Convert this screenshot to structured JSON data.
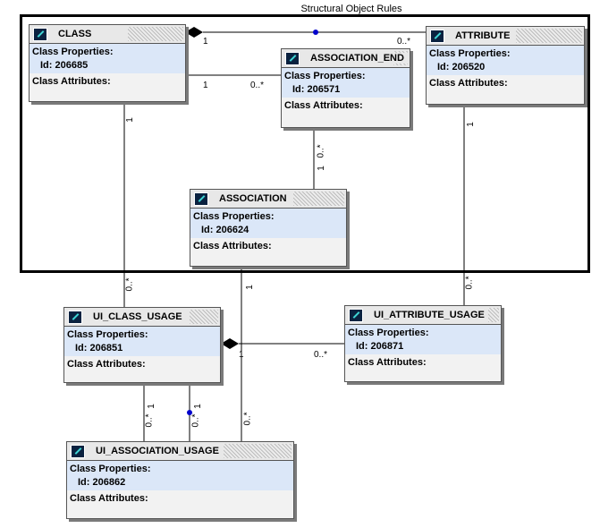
{
  "diagram": {
    "title": "Structural Object Rules"
  },
  "classes": {
    "class": {
      "name": "CLASS",
      "props_label": "Class Properties:",
      "id": "Id: 206685",
      "attrs_label": "Class Attributes:"
    },
    "association_end": {
      "name": "ASSOCIATION_END",
      "props_label": "Class Properties:",
      "id": "Id: 206571",
      "attrs_label": "Class Attributes:"
    },
    "attribute": {
      "name": "ATTRIBUTE",
      "props_label": "Class Properties:",
      "id": "Id: 206520",
      "attrs_label": "Class Attributes:"
    },
    "association": {
      "name": "ASSOCIATION",
      "props_label": "Class Properties:",
      "id": "Id: 206624",
      "attrs_label": "Class Attributes:"
    },
    "ui_class_usage": {
      "name": "UI_CLASS_USAGE",
      "props_label": "Class Properties:",
      "id": "Id: 206851",
      "attrs_label": "Class Attributes:"
    },
    "ui_attribute_usage": {
      "name": "UI_ATTRIBUTE_USAGE",
      "props_label": "Class Properties:",
      "id": "Id: 206871",
      "attrs_label": "Class Attributes:"
    },
    "ui_association_usage": {
      "name": "UI_ASSOCIATION_USAGE",
      "props_label": "Class Properties:",
      "id": "Id: 206862",
      "attrs_label": "Class Attributes:"
    }
  },
  "multiplicities": {
    "class_attr_src": "1",
    "class_attr_dst": "0..*",
    "class_end_src": "1",
    "class_end_dst": "0..*",
    "end_assoc_many": "0..*",
    "end_assoc_one": "1",
    "attr_down": "1",
    "class_ui_one": "1",
    "class_ui_many": "0..*",
    "attr_ui_many": "0..*",
    "assoc_ui_one": "1",
    "assoc_ui_many": "0..*",
    "uic_uiau_one": "1",
    "uic_uiau_many": "0..*",
    "uic_uiau2_one": "1",
    "uic_uiau2_many": "0..*",
    "uic_uiattr_one": "1",
    "uic_uiattr_many": "0..*"
  },
  "colors": {
    "props_bg": "#dbe7f8",
    "box_bg": "#f2f2f2",
    "connector_dot": "#0000cc"
  }
}
